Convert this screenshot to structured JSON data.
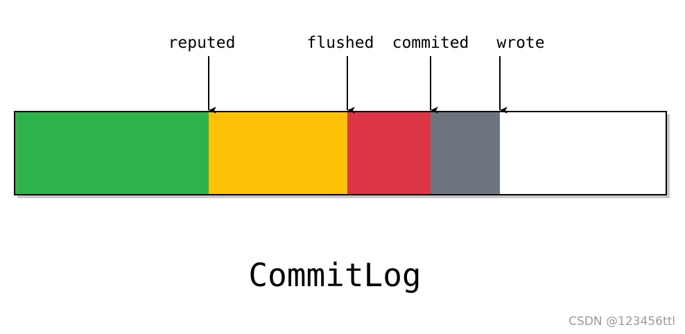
{
  "diagram": {
    "title": "CommitLog",
    "segments": [
      {
        "name": "reputed-segment",
        "color": "#2db34a"
      },
      {
        "name": "flushed-segment",
        "color": "#fec106"
      },
      {
        "name": "commited-segment",
        "color": "#dc3545"
      },
      {
        "name": "wrote-segment",
        "color": "#6c757d"
      },
      {
        "name": "free-segment",
        "color": "#ffffff"
      }
    ],
    "markers": [
      {
        "name": "reputed",
        "label": "reputed"
      },
      {
        "name": "flushed",
        "label": "flushed"
      },
      {
        "name": "commited",
        "label": "commited"
      },
      {
        "name": "wrote",
        "label": "wrote"
      }
    ]
  },
  "watermark": "CSDN @123456ttl"
}
